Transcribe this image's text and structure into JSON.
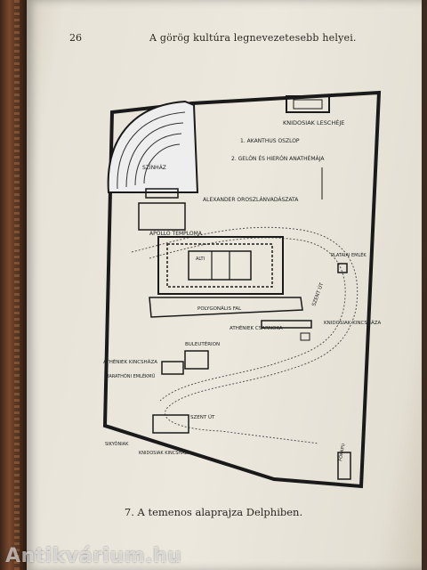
{
  "header": {
    "page_number": "26",
    "running_head": "A görög kultúra legnevezetesebb helyei."
  },
  "plan_labels": {
    "theatre": "SZÍNHÁZ",
    "knidian_lesche": "KNIDOSIAK LESCHÉJE",
    "akanthus": "1. AKANTHUS OSZLOP",
    "gelon": "2. GELÓN ÉS HIERÓN ANATHÉMÁJA",
    "alexander": "ALEXANDER OROSZLÁNVADÁSZATA",
    "apollo": "APOLLO TEMPLOMA",
    "hill": "ALTI",
    "polygonal_wall": "POLYGONÁLIS FAL",
    "sacred_way_1": "SZENT ÚT",
    "athenian_portico": "ATHÉNIEK CSARNOKA",
    "knidian_treasury": "KNIDOSIAK KINCSHÁZA",
    "buleuterion": "BULEUTÉRION",
    "athenian_treasury": "ATHÉNIEK KINCSHÁZA",
    "marathon": "MARATHÓNI EMLÉKMŰ",
    "sacred_way_2": "SZENT ÚT",
    "sikyonian": "SIKYÓNIAK",
    "knidian_treasury_2": "KNIDOSIAK KINCSHÁZA",
    "plataean": "PLATAIAI EMLÉK",
    "main_gate": "FŐKAPU"
  },
  "caption": "7. A temenos alaprajza Delphiben.",
  "watermark": "Antikvárium.hu"
}
